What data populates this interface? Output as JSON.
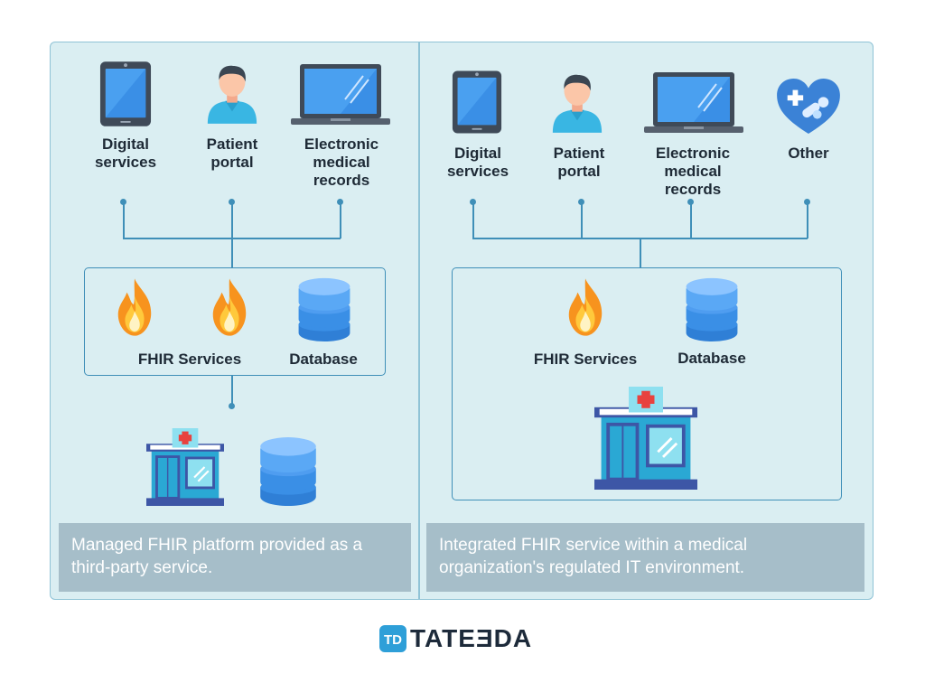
{
  "left": {
    "sources": [
      {
        "label": "Digital\nservices",
        "icon": "tablet-icon"
      },
      {
        "label": "Patient\nportal",
        "icon": "patient-icon"
      },
      {
        "label": "Electronic\nmedical\nrecords",
        "icon": "laptop-icon"
      }
    ],
    "fhir_label": "FHIR Services",
    "database_label": "Database",
    "caption": "Managed FHIR platform provided as a third-party service."
  },
  "right": {
    "sources": [
      {
        "label": "Digital\nservices",
        "icon": "tablet-icon"
      },
      {
        "label": "Patient\nportal",
        "icon": "patient-icon"
      },
      {
        "label": "Electronic\nmedical\nrecords",
        "icon": "laptop-icon"
      },
      {
        "label": "Other",
        "icon": "heart-pills-icon"
      }
    ],
    "fhir_label": "FHIR Services",
    "database_label": "Database",
    "caption": "Integrated FHIR service within a medical organization's regulated IT environment."
  },
  "logo": {
    "mark": "TD",
    "word": "TATEƎDA"
  },
  "colors": {
    "accent": "#3f8fb8",
    "panel": "#daeef2",
    "caption": "#a6bec9",
    "flame": "#f7931e",
    "db": "#2f8fe0"
  }
}
